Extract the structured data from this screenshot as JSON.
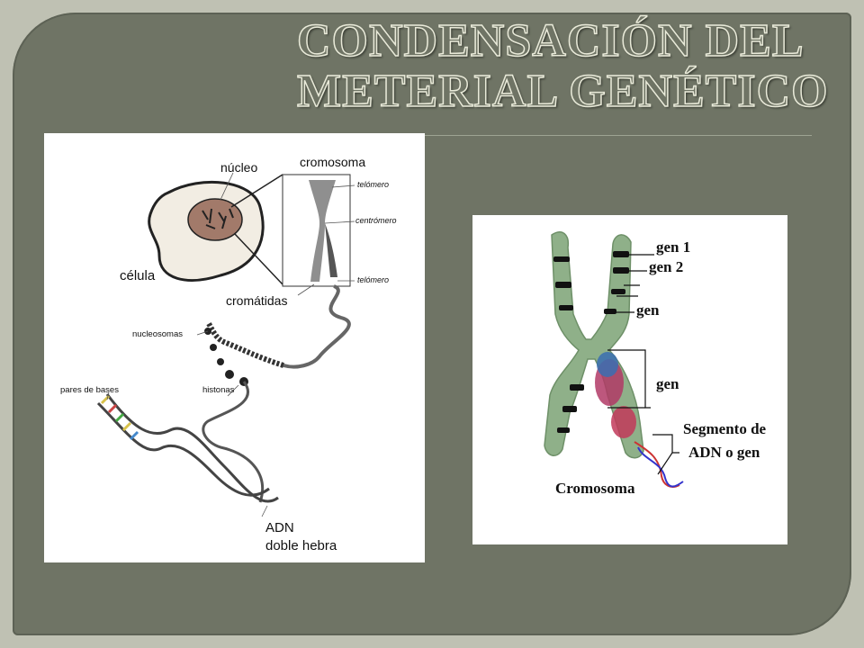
{
  "slide": {
    "title_line1": "CONDENSACIÓN DEL",
    "title_line2": "METERIAL GENÉTICO"
  },
  "left_diagram": {
    "labels": {
      "nucleo": "núcleo",
      "cromosoma": "cromosoma",
      "telomero_top": "telómero",
      "centromero": "centrómero",
      "celula": "célula",
      "telomero_bottom": "telómero",
      "cromatidas": "cromátidas",
      "nucleosomas": "nucleosomas",
      "pares_de_bases": "pares de bases",
      "histonas": "histonas",
      "adn": "ADN",
      "doble_hebra": "doble hebra"
    }
  },
  "right_diagram": {
    "labels": {
      "gen1": "gen 1",
      "gen2": "gen 2",
      "gen_a": "gen",
      "gen_b": "gen",
      "segmento_line1": "Segmento de",
      "segmento_line2": "ADN o gen",
      "cromosoma": "Cromosoma"
    }
  },
  "colors": {
    "panel": "#6f7465",
    "title_outline": "#e9ead9",
    "chromosome_green": "#8fb089",
    "band_black": "#111111",
    "nucleus_brown": "#a27a6a"
  }
}
